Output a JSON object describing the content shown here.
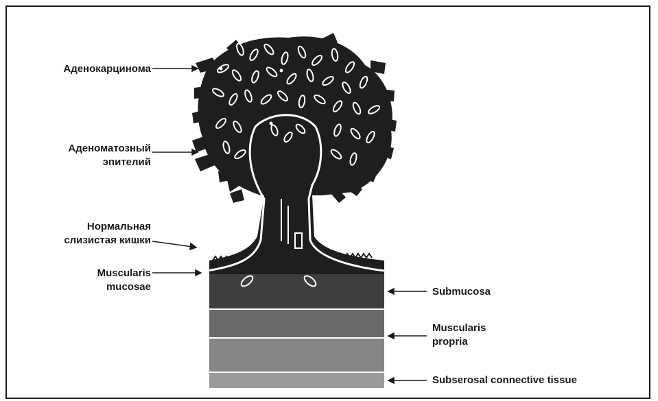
{
  "labels": {
    "adenocarcinoma": "Аденокарцинома",
    "adenomatous_1": "Аденоматозный",
    "adenomatous_2": "эпителий",
    "normal_mucosa_1": "Нормальная",
    "normal_mucosa_2": "слизистая кишки",
    "muscularis_mucosae_1": "Muscularis",
    "muscularis_mucosae_2": "mucosae",
    "submucosa": "Submucosa",
    "muscularis_propria_1": "Muscularis",
    "muscularis_propria_2": "propria",
    "subserosal": "Subserosal connective tissue"
  },
  "colors": {
    "tissue_dark": "#1e1e1e",
    "submucosa": "#3e3e3e",
    "muscularis_propria_top": "#6a6a6a",
    "muscularis_propria_bottom": "#858585",
    "subserosa": "#9a9a9a",
    "outline": "#ffffff"
  }
}
